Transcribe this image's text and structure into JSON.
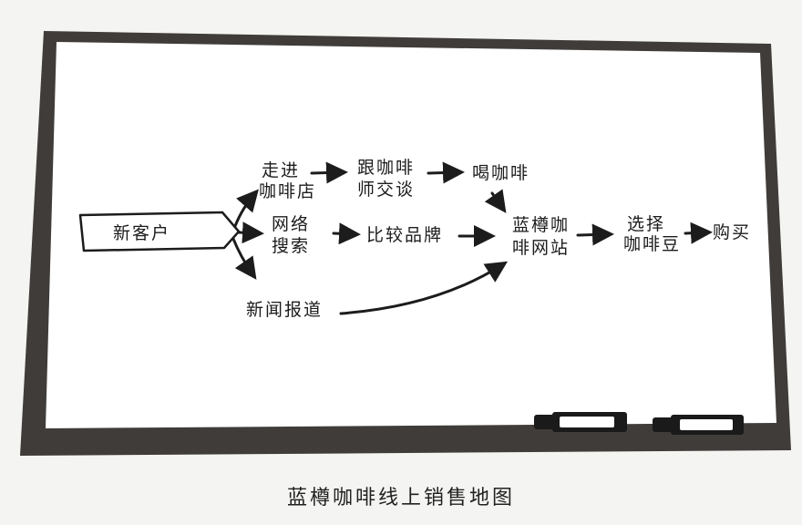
{
  "diagram": {
    "caption": "蓝樽咖啡线上销售地图",
    "nodes": {
      "new_customer": "新客户",
      "walk_in_line1": "走进",
      "walk_in_line2": "咖啡店",
      "barista_line1": "跟咖啡",
      "barista_line2": "师交谈",
      "drink": "喝咖啡",
      "web_search_line1": "网络",
      "web_search_line2": "搜索",
      "compare": "比较品牌",
      "website_line1": "蓝樽咖",
      "website_line2": "啡网站",
      "choose_line1": "选择",
      "choose_line2": "咖啡豆",
      "buy": "购买",
      "news": "新闻报道"
    },
    "colors": {
      "board_frame": "#3f3c3a",
      "board_face": "#ffffff",
      "ink": "#1c1c1c",
      "marker_cap": "#1a1a1a",
      "marker_label": "#ffffff"
    }
  }
}
